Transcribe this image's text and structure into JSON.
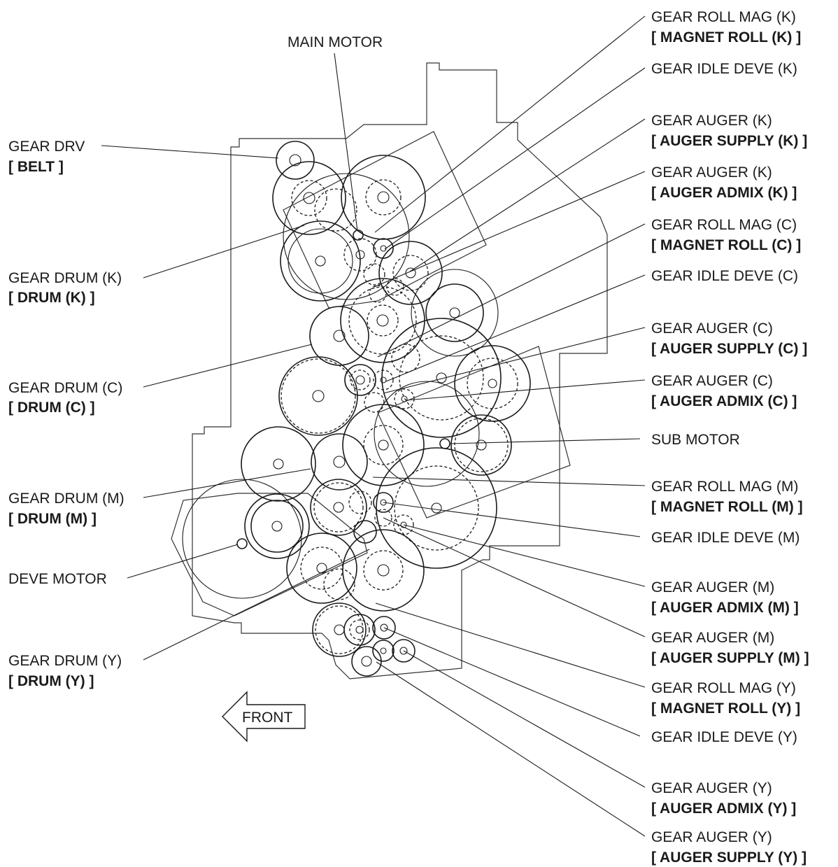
{
  "callouts": {
    "main_motor": {
      "line1": "MAIN MOTOR"
    },
    "gear_drv": {
      "line1": "GEAR DRV",
      "line2": "[ BELT ]"
    },
    "gear_drum_k": {
      "line1": "GEAR DRUM (K)",
      "line2": "[ DRUM (K) ]"
    },
    "gear_drum_c": {
      "line1": "GEAR DRUM (C)",
      "line2": "[ DRUM (C) ]"
    },
    "gear_drum_m": {
      "line1": "GEAR DRUM (M)",
      "line2": "[ DRUM (M) ]"
    },
    "deve_motor": {
      "line1": "DEVE MOTOR"
    },
    "gear_drum_y": {
      "line1": "GEAR DRUM (Y)",
      "line2": "[ DRUM (Y) ]"
    },
    "gear_roll_mag_k": {
      "line1": "GEAR ROLL MAG (K)",
      "line2": "[ MAGNET ROLL (K) ]"
    },
    "gear_idle_deve_k": {
      "line1": "GEAR IDLE DEVE (K)"
    },
    "gear_auger_supply_k": {
      "line1": "GEAR AUGER (K)",
      "line2": "[ AUGER SUPPLY (K) ]"
    },
    "gear_auger_admix_k": {
      "line1": "GEAR AUGER (K)",
      "line2": "[ AUGER ADMIX (K) ]"
    },
    "gear_roll_mag_c": {
      "line1": "GEAR ROLL MAG (C)",
      "line2": "[ MAGNET ROLL (C) ]"
    },
    "gear_idle_deve_c": {
      "line1": "GEAR IDLE DEVE (C)"
    },
    "gear_auger_supply_c": {
      "line1": "GEAR AUGER (C)",
      "line2": "[ AUGER SUPPLY (C) ]"
    },
    "gear_auger_admix_c": {
      "line1": "GEAR AUGER (C)",
      "line2": "[ AUGER ADMIX (C) ]"
    },
    "sub_motor": {
      "line1": "SUB MOTOR"
    },
    "gear_roll_mag_m": {
      "line1": "GEAR ROLL MAG (M)",
      "line2": "[ MAGNET ROLL (M) ]"
    },
    "gear_idle_deve_m": {
      "line1": "GEAR IDLE DEVE (M)"
    },
    "gear_auger_admix_m": {
      "line1": "GEAR AUGER (M)",
      "line2": "[ AUGER ADMIX (M) ]"
    },
    "gear_auger_supply_m": {
      "line1": "GEAR AUGER (M)",
      "line2": "[ AUGER SUPPLY (M) ]"
    },
    "gear_roll_mag_y": {
      "line1": "GEAR ROLL MAG (Y)",
      "line2": "[ MAGNET ROLL (Y) ]"
    },
    "gear_idle_deve_y": {
      "line1": "GEAR IDLE DEVE (Y)"
    },
    "gear_auger_admix_y": {
      "line1": "GEAR AUGER (Y)",
      "line2": "[ AUGER ADMIX (Y) ]"
    },
    "gear_auger_supply_y": {
      "line1": "GEAR AUGER (Y)",
      "line2": "[ AUGER SUPPLY (Y) ]"
    }
  },
  "front_arrow": {
    "label": "FRONT"
  }
}
